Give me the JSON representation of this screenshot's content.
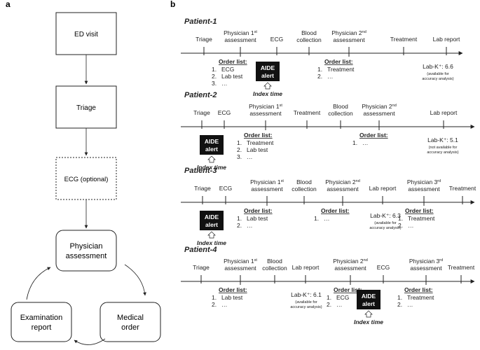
{
  "panel_a": {
    "label": "a",
    "boxes": {
      "ed_visit": "ED visit",
      "triage": "Triage",
      "ecg": "ECG (optional)",
      "physician": [
        "Physician",
        "assessment"
      ],
      "medical": [
        "Medical",
        "order"
      ],
      "examination": [
        "Examination",
        "report"
      ]
    }
  },
  "panel_b": {
    "label": "b",
    "alert": [
      "AIDE",
      "alert"
    ],
    "index_time": "Index time",
    "order_list_title": "Order list:",
    "patients": [
      {
        "title": "Patient-1",
        "events": [
          {
            "lines": [
              "Triage"
            ]
          },
          {
            "lines": [
              "Physician 1st",
              "assessment"
            ]
          },
          {
            "lines": [
              "ECG"
            ]
          },
          {
            "lines": [
              "Blood",
              "collection"
            ]
          },
          {
            "lines": [
              "Physician 2nd",
              "assessment"
            ]
          },
          {
            "lines": [
              "Treatment"
            ]
          },
          {
            "lines": [
              "Lab report"
            ]
          }
        ],
        "order_lists": [
          {
            "items": [
              "ECG",
              "Lab test",
              "…"
            ]
          },
          {
            "items": [
              "Treatment",
              "…"
            ]
          }
        ],
        "lab": {
          "value": "Lab-K⁺: 6.6",
          "note": [
            "(available for",
            "accuracy analysis)"
          ]
        }
      },
      {
        "title": "Patient-2",
        "events": [
          {
            "lines": [
              "Triage"
            ]
          },
          {
            "lines": [
              "ECG"
            ]
          },
          {
            "lines": [
              "Physician 1st",
              "assessment"
            ]
          },
          {
            "lines": [
              "Treatment"
            ]
          },
          {
            "lines": [
              "Blood",
              "collection"
            ]
          },
          {
            "lines": [
              "Physician 2nd",
              "assessment"
            ]
          },
          {
            "lines": [
              "Lab report"
            ]
          }
        ],
        "order_lists": [
          {
            "items": [
              "Treatment",
              "Lab test",
              "…"
            ]
          },
          {
            "items": [
              "…"
            ]
          }
        ],
        "lab": {
          "value": "Lab-K⁺: 5.1",
          "note": [
            "(not available for",
            "accuracy analysis)"
          ]
        }
      },
      {
        "title": "Patient-3",
        "events": [
          {
            "lines": [
              "Triage"
            ]
          },
          {
            "lines": [
              "ECG"
            ]
          },
          {
            "lines": [
              "Physician 1st",
              "assessment"
            ]
          },
          {
            "lines": [
              "Blood",
              "collection"
            ]
          },
          {
            "lines": [
              "Physician 2nd",
              "assessment"
            ]
          },
          {
            "lines": [
              "Lab report"
            ]
          },
          {
            "lines": [
              "Physician 3rd",
              "assessment"
            ]
          },
          {
            "lines": [
              "Treatment"
            ]
          }
        ],
        "order_lists": [
          {
            "items": [
              "Lab test",
              "…"
            ]
          },
          {
            "items": [
              "…"
            ]
          },
          {
            "items": [
              "Treatment",
              "…"
            ]
          }
        ],
        "lab": {
          "value": "Lab-K⁺: 6.3",
          "note": [
            "(available for",
            "accuracy analysis)"
          ]
        }
      },
      {
        "title": "Patient-4",
        "events": [
          {
            "lines": [
              "Triage"
            ]
          },
          {
            "lines": [
              "Physician 1st",
              "assessment"
            ]
          },
          {
            "lines": [
              "Blood",
              "collection"
            ]
          },
          {
            "lines": [
              "Lab report"
            ]
          },
          {
            "lines": [
              "Physician 2nd",
              "assessment"
            ]
          },
          {
            "lines": [
              "ECG"
            ]
          },
          {
            "lines": [
              "Physician 3rd",
              "assessment"
            ]
          },
          {
            "lines": [
              "Treatment"
            ]
          }
        ],
        "order_lists": [
          {
            "items": [
              "Lab test",
              "…"
            ]
          },
          {
            "items": [
              "ECG",
              "…"
            ]
          },
          {
            "items": [
              "Treatment",
              "…"
            ]
          }
        ],
        "lab": {
          "value": "Lab-K⁺: 6.1",
          "note": [
            "(available for",
            "accuracy analysis)"
          ]
        }
      }
    ]
  }
}
